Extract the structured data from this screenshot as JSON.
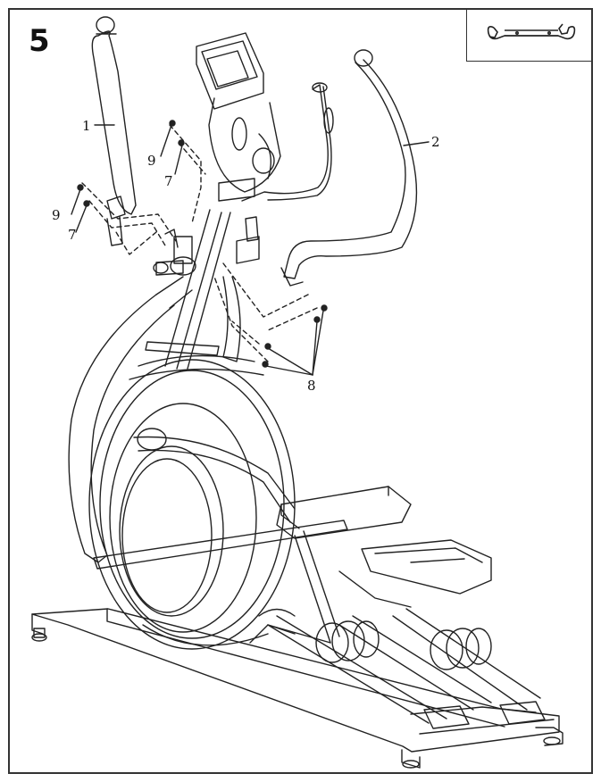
{
  "step_number": "5",
  "tool": {
    "icon": "wrench-icon"
  },
  "callouts": [
    {
      "id": "callout-1",
      "text": "1"
    },
    {
      "id": "callout-2",
      "text": "2"
    },
    {
      "id": "callout-9-a",
      "text": "9"
    },
    {
      "id": "callout-7-a",
      "text": "7"
    },
    {
      "id": "callout-9-b",
      "text": "9"
    },
    {
      "id": "callout-7-b",
      "text": "7"
    },
    {
      "id": "callout-8",
      "text": "8"
    }
  ],
  "colors": {
    "line": "#222222",
    "background": "#ffffff"
  }
}
